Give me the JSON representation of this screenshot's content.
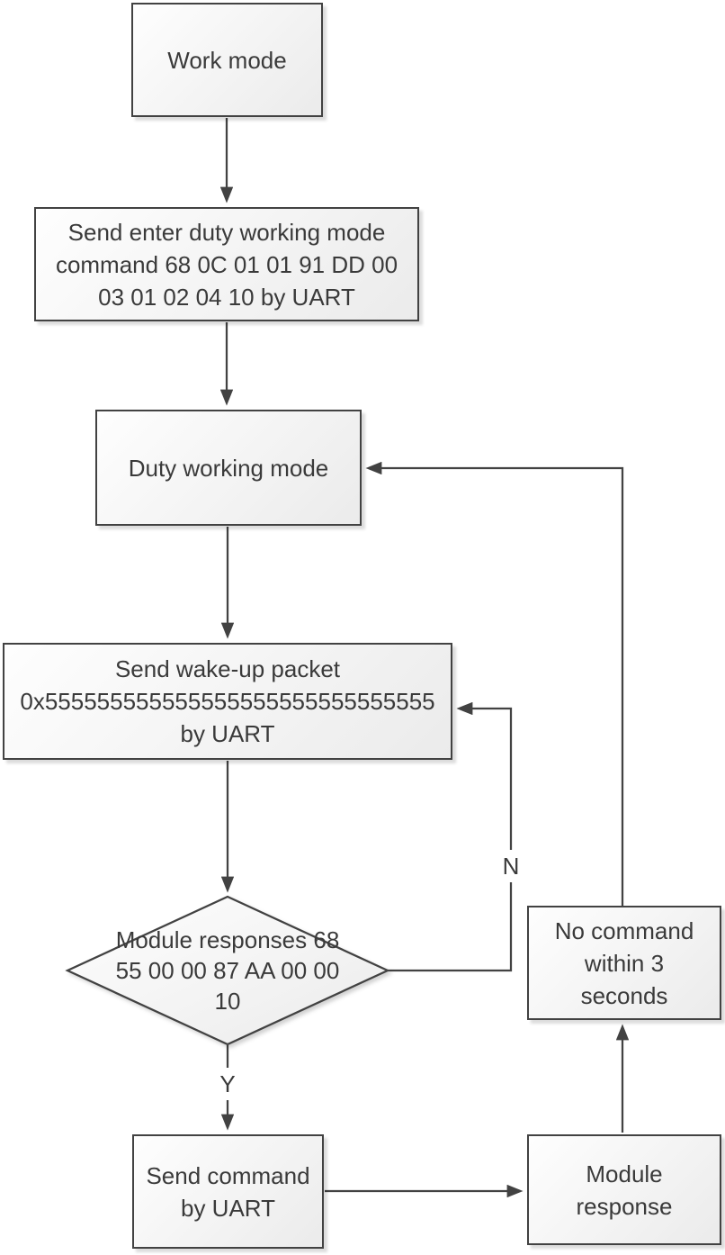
{
  "nodes": {
    "work_mode": {
      "lines": [
        "Work mode"
      ]
    },
    "send_enter_duty": {
      "lines": [
        "Send enter duty working mode",
        "command 68 0C 01 01 91 DD 00",
        "03 01 02 04 10 by UART"
      ]
    },
    "duty_working_mode": {
      "lines": [
        "Duty working mode"
      ]
    },
    "send_wakeup_packet": {
      "lines": [
        "Send wake-up packet",
        "0x555555555555555555555555555555",
        "by UART"
      ]
    },
    "module_responses_decision": {
      "lines": [
        "Module responses 68",
        "55 00 00 87 AA 00 00",
        "10"
      ]
    },
    "send_command": {
      "lines": [
        "Send command",
        "by UART"
      ]
    },
    "module_response": {
      "lines": [
        "Module",
        "response"
      ]
    },
    "no_command_within_3s": {
      "lines": [
        "No command",
        "within 3",
        "seconds"
      ]
    }
  },
  "edge_labels": {
    "yes": "Y",
    "no": "N"
  },
  "colors": {
    "line": "#424242",
    "text": "#3a3a3a",
    "node_fill_light": "#fefefe",
    "node_fill_dark": "#ebebeb",
    "background": "#ffffff"
  }
}
